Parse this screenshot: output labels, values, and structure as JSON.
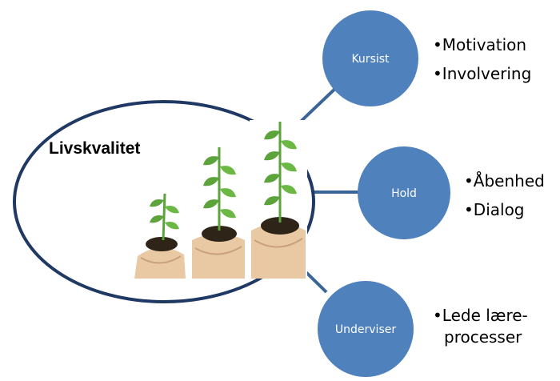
{
  "diagram": {
    "center": {
      "label": "Livskvalitet",
      "image_description": "Three hands holding soil with growing green seedlings"
    },
    "nodes": [
      {
        "id": "kursist",
        "label": "Kursist",
        "bullets": [
          "•Motivation",
          "•Involvering"
        ]
      },
      {
        "id": "hold",
        "label": "Hold",
        "bullets": [
          "•Åbenhed",
          "•Dialog"
        ]
      },
      {
        "id": "underviser",
        "label": "Underviser",
        "bullets": [
          "•Lede lære-",
          "processer"
        ]
      }
    ]
  },
  "colors": {
    "node_fill": "#4f81bd",
    "connector": "#3a6596",
    "ellipse_stroke": "#1f3864",
    "plant_green": "#5ba33a",
    "soil": "#2e2418",
    "hand": "#e8c9a4"
  }
}
